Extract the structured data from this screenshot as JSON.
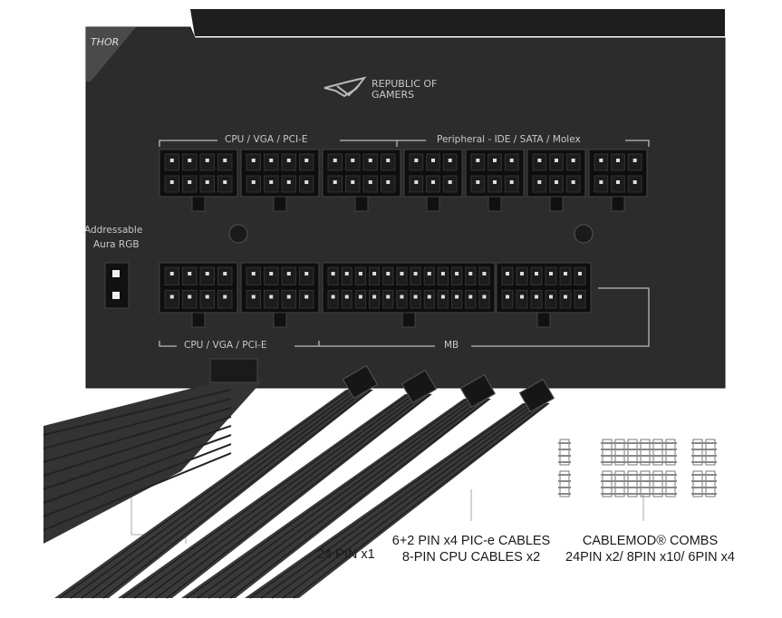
{
  "product": {
    "model_badge": "THOR",
    "brand_logo": "REPUBLIC OF GAMERS"
  },
  "panel_labels": {
    "top_left": "CPU / VGA / PCI-E",
    "top_right": "Peripheral - IDE / SATA / Molex",
    "rgb_line1": "Addressable",
    "rgb_line2": "Aura RGB",
    "bottom_left": "CPU / VGA / PCI-E",
    "bottom_right": "MB"
  },
  "callouts": {
    "atx": "24 PIN x1",
    "pcie_line1": "6+2 PIN x4 PIC-e CABLES",
    "pcie_line2": "8-PIN CPU CABLES x2",
    "combs_line1": "CABLEMOD® COMBS",
    "combs_line2": "24PIN x2/ 8PIN x10/ 6PIN x4"
  },
  "colors": {
    "body": "#2b2b2b",
    "connector": "#111111",
    "panel_text": "#c8c8c8"
  }
}
